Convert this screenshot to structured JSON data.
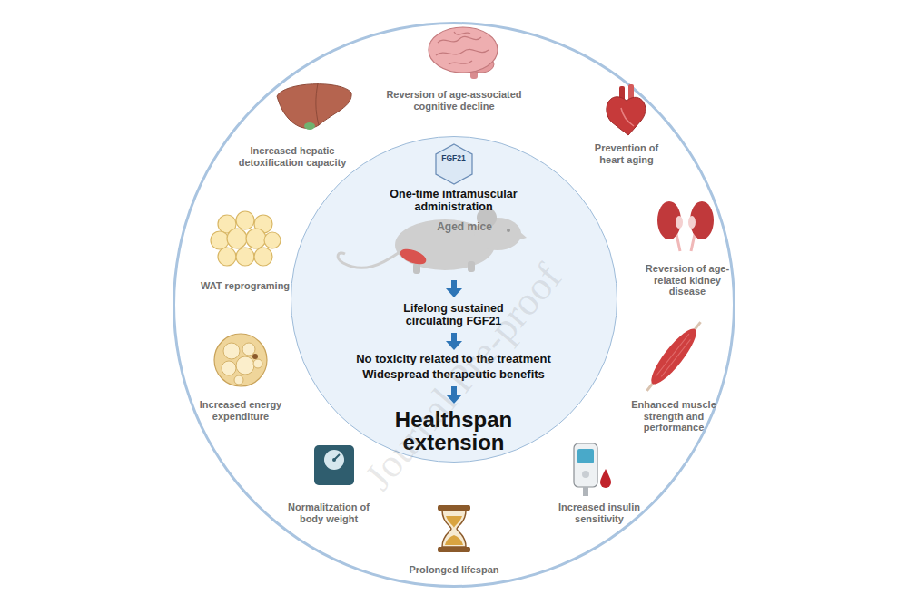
{
  "diagram": {
    "nodes": [
      {
        "text": [
          "Reversion of age-associated cognitive decline",
          "Prevention of heart aging",
          "Reversion of age-related kidney disease",
          "Enhanced muscle strength and performance",
          "Increased insulin sensitivity",
          "Prolonged lifespan",
          "Normalitzation of body weight",
          "Increased energy expenditure",
          "WAT reprograming",
          "Increased hepatic detoxification capacity"
        ]
      },
      {
        "text": [
          "One-time intramuscular administration",
          "Aged mice",
          "Lifelong sustained circulating FGF21",
          "No toxicity related to the treatment",
          "Widespread therapeutic benefits",
          "Healthspan extension"
        ],
        "in": 0
      },
      {
        "text": [
          "FGF21"
        ],
        "in": 1
      }
    ],
    "labels": [
      "Journal Pre-proof"
    ]
  }
}
